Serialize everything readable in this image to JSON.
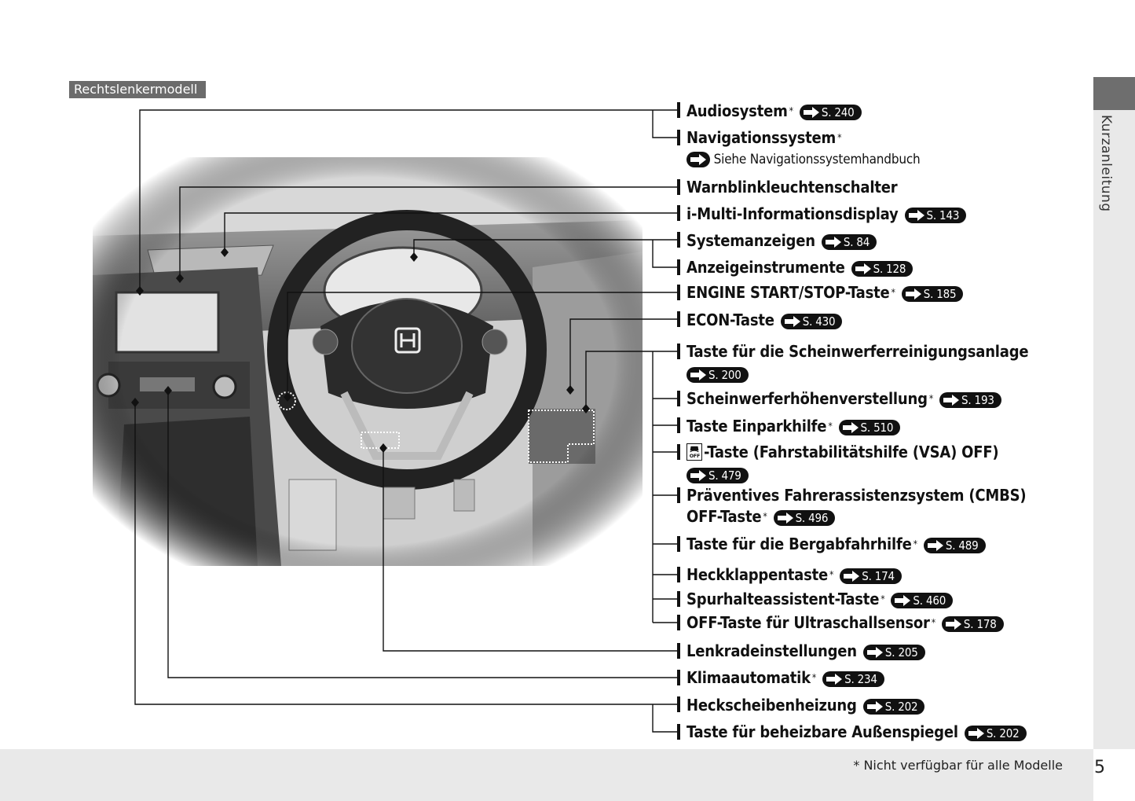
{
  "model_tag": "Rechtslenkermodell",
  "side_tab": "Kurzanleitung",
  "footnote": "* Nicht verfügbar für alle Modelle",
  "page_number": "5",
  "items": [
    {
      "label": "Audiosystem",
      "star": "*",
      "ref": "S. 240"
    },
    {
      "label": "Navigationssystem",
      "star": "*",
      "ref": ""
    },
    {
      "label": "Siehe Navigationssystemhandbuch"
    },
    {
      "label": "Warnblinkleuchtenschalter"
    },
    {
      "label": "i-Multi-Informationsdisplay",
      "ref": "S. 143"
    },
    {
      "label": "Systemanzeigen",
      "ref": "S. 84"
    },
    {
      "label": "Anzeigeinstrumente",
      "ref": "S. 128"
    },
    {
      "label": "ENGINE START/STOP-Taste",
      "star": "*",
      "ref": "S. 185"
    },
    {
      "label": "ECON-Taste",
      "ref": "S. 430"
    },
    {
      "label": "Taste für die Scheinwerferreinigungsanlage",
      "ref": "S. 200"
    },
    {
      "label": "Scheinwerferhöhenverstellung",
      "star": "*",
      "ref": "S. 193"
    },
    {
      "label": "Taste Einparkhilfe",
      "star": "*",
      "ref": "S. 510"
    },
    {
      "label": "-Taste (Fahrstabilitätshilfe (VSA) OFF)",
      "ref": "S. 479"
    },
    {
      "label": "Präventives Fahrerassistenzsystem (CMBS)",
      "label2": "OFF-Taste",
      "star": "*",
      "ref": "S. 496"
    },
    {
      "label": "Taste für die Bergabfahrhilfe",
      "star": "*",
      "ref": "S. 489"
    },
    {
      "label": "Heckklappentaste",
      "star": "*",
      "ref": "S. 174"
    },
    {
      "label": "Spurhalteassistent-Taste",
      "star": "*",
      "ref": "S. 460"
    },
    {
      "label": "OFF-Taste für Ultraschallsensor",
      "star": "*",
      "ref": "S. 178"
    },
    {
      "label": "Lenkradeinstellungen",
      "ref": "S. 205"
    },
    {
      "label": "Klimaautomatik",
      "star": "*",
      "ref": "S. 234"
    },
    {
      "label": "Heckscheibenheizung",
      "ref": "S. 202"
    },
    {
      "label": "Taste für beheizbare Außenspiegel",
      "ref": "S. 202"
    }
  ],
  "icons": {
    "ref_arrow": "right-arrow-icon",
    "vsa": "vsa-off-icon",
    "honda": "honda-logo-icon"
  }
}
